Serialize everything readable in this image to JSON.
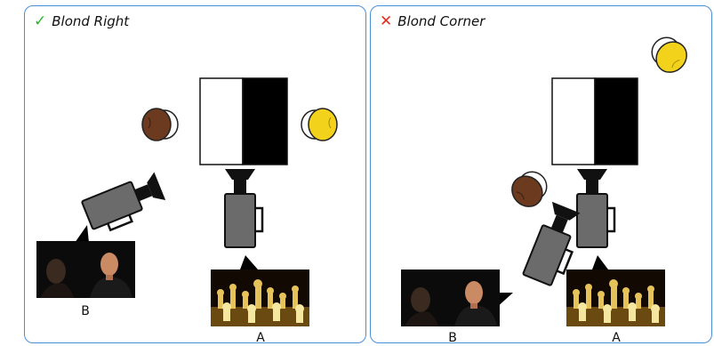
{
  "panels": [
    {
      "title": "Blond Right",
      "status": "correct",
      "status_symbol": "✓",
      "status_color": "#2db52d",
      "shots": [
        "B",
        "A"
      ]
    },
    {
      "title": "Blond Corner",
      "status": "incorrect",
      "status_symbol": "✕",
      "status_color": "#e0301e",
      "shots": [
        "B",
        "A"
      ]
    }
  ],
  "colors": {
    "border": "#4a90d9",
    "camera": "#6b6b6b",
    "brunette_hair": "#6b3a1f",
    "blond_hair": "#f2d21b",
    "board_black": "#000000",
    "board_white": "#ffffff"
  },
  "icons": [
    "check-icon",
    "cross-icon",
    "camera-icon",
    "person-brunette-icon",
    "person-blond-icon"
  ]
}
